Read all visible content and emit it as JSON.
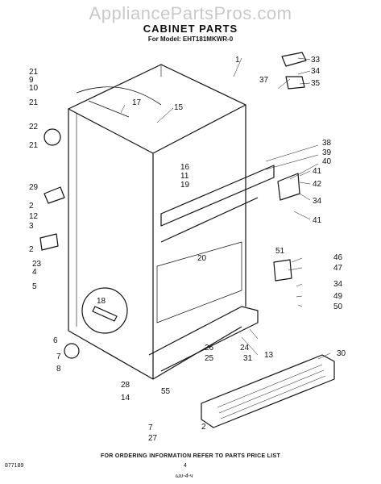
{
  "watermark": "AppliancePartsPros.com",
  "title": "CABINET PARTS",
  "subtitle": "For Model: EHT181MKWR-0",
  "footer": {
    "note": "FOR ORDERING INFORMATION REFER TO PARTS PRICE LIST",
    "doc_number": "877189",
    "page_number": "4",
    "handwritten": "ωυ-4-ч"
  },
  "callouts": {
    "c1": "1",
    "c33": "33",
    "c34a": "34",
    "c35": "35",
    "c37": "37",
    "c21a": "21",
    "c9": "9",
    "c10": "10",
    "c17": "17",
    "c15": "15",
    "c21b": "21",
    "c22": "22",
    "c21c": "21",
    "c38": "38",
    "c39": "39",
    "c40": "40",
    "c16": "16",
    "c11": "11",
    "c41a": "41",
    "c19": "19",
    "c42": "42",
    "c29": "29",
    "c34b": "34",
    "c41b": "41",
    "c2a": "2",
    "c12": "12",
    "c3": "3",
    "c20": "20",
    "c2b": "2",
    "c23": "23",
    "c51": "51",
    "c46": "46",
    "c4": "4",
    "c47": "47",
    "c5": "5",
    "c18": "18",
    "c34c": "34",
    "c49": "49",
    "c50": "50",
    "c6": "6",
    "c24": "24",
    "c13": "13",
    "c26": "26",
    "c25": "25",
    "c31": "31",
    "c30": "30",
    "c7a": "7",
    "c8": "8",
    "c28": "28",
    "c55": "55",
    "c14": "14",
    "c7b": "7",
    "c2c": "2",
    "c27": "27"
  }
}
